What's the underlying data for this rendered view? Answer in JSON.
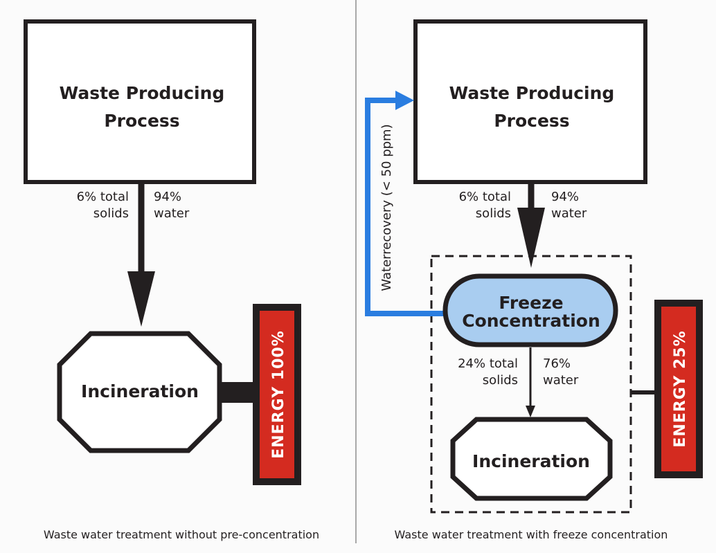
{
  "left_panel": {
    "process_title_line1": "Waste Producing",
    "process_title_line2": "Process",
    "solids_line1": "6% total",
    "solids_line2": "solids",
    "water_line1": "94%",
    "water_line2": "water",
    "incineration": "Incineration",
    "energy": "ENERGY 100%",
    "caption": "Waste water treatment without pre-concentration"
  },
  "right_panel": {
    "process_title_line1": "Waste Producing",
    "process_title_line2": "Process",
    "solids_line1": "6% total",
    "solids_line2": "solids",
    "water_line1": "94%",
    "water_line2": "water",
    "freeze_line1": "Freeze",
    "freeze_line2": "Concentration",
    "solids2_line1": "24% total",
    "solids2_line2": "solids",
    "water2_line1": "76%",
    "water2_line2": "water",
    "incineration": "Incineration",
    "energy": "ENERGY 25%",
    "recovery": "Waterrecovery (< 50 ppm)",
    "caption": "Waste water treatment with freeze concentration"
  },
  "colors": {
    "energy_red": "#d42b20",
    "freeze_fill": "#a9cdf0",
    "recovery_blue": "#2a7de0",
    "outline": "#231f20"
  }
}
